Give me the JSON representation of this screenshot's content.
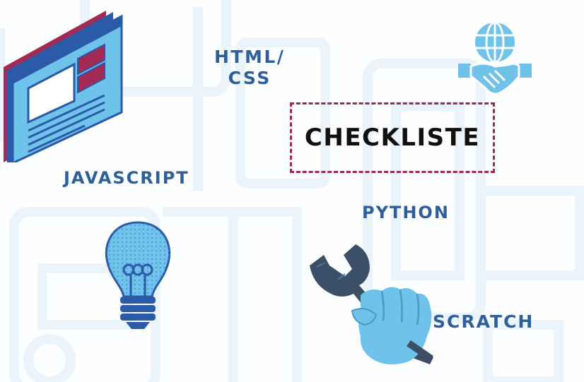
{
  "title": "CHECKLISTE",
  "labels": {
    "html_line1": "HTML/",
    "html_line2": "CSS",
    "javascript": "JAVASCRIPT",
    "python": "PYTHON",
    "scratch": "SCRATCH"
  },
  "icons": [
    "browser-window-icon",
    "globe-handshake-icon",
    "lightbulb-icon",
    "wrench-hand-icon"
  ],
  "colors": {
    "label_text": "#2e5f9c",
    "accent_border": "#9e2a52",
    "icon_blue": "#6fc3ea",
    "icon_dark_blue": "#2a5aa8",
    "background_pattern": "#eef6fb"
  }
}
